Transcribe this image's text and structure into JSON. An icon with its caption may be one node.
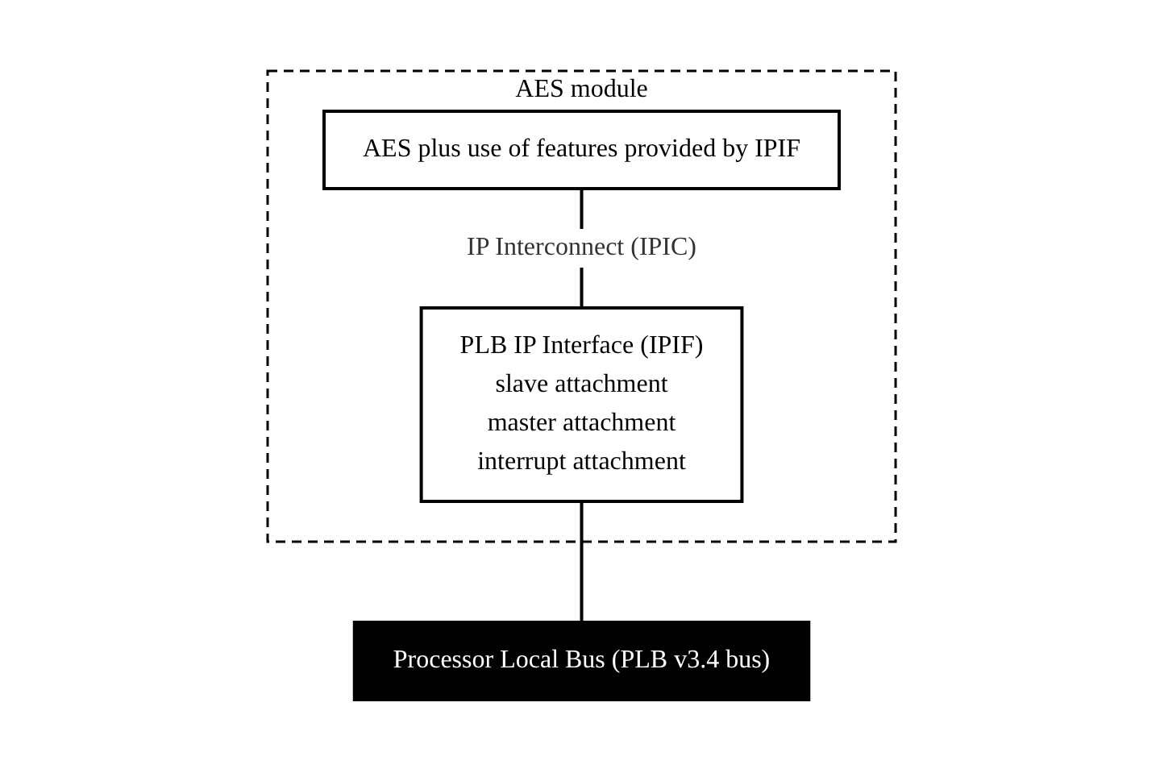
{
  "diagram": {
    "nodes": [
      {
        "text": [
          "AES module"
        ]
      },
      {
        "text": [
          "AES plus use of features provided by IPIF"
        ],
        "in": 0
      },
      {
        "text": [
          "PLB IP Interface (IPIF)",
          "slave attachment",
          "master attachment",
          "interrupt attachment"
        ],
        "in": 0
      },
      {
        "text": [
          "Processor Local Bus (PLB v3.4 bus)"
        ]
      }
    ],
    "edges": [
      {
        "from": 1,
        "to": 2,
        "arrow": "none",
        "label": "IP Interconnect (IPIC)"
      },
      {
        "from": 2,
        "to": 3,
        "arrow": "none"
      }
    ]
  }
}
